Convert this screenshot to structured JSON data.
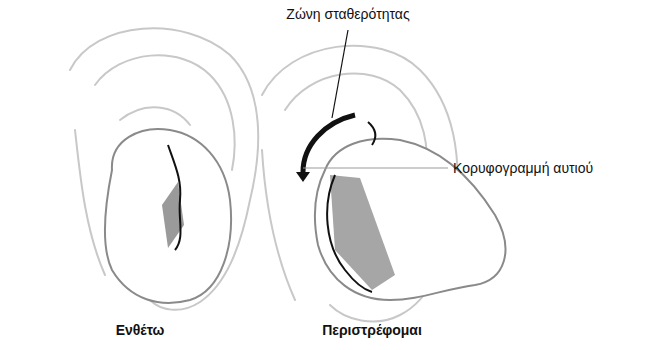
{
  "diagram": {
    "labels": [
      "Ζώνη σταθερότητας",
      "Κορυφογραμμή αυτιού",
      "Ενθέτω",
      "Περιστρέφομαι"
    ]
  }
}
